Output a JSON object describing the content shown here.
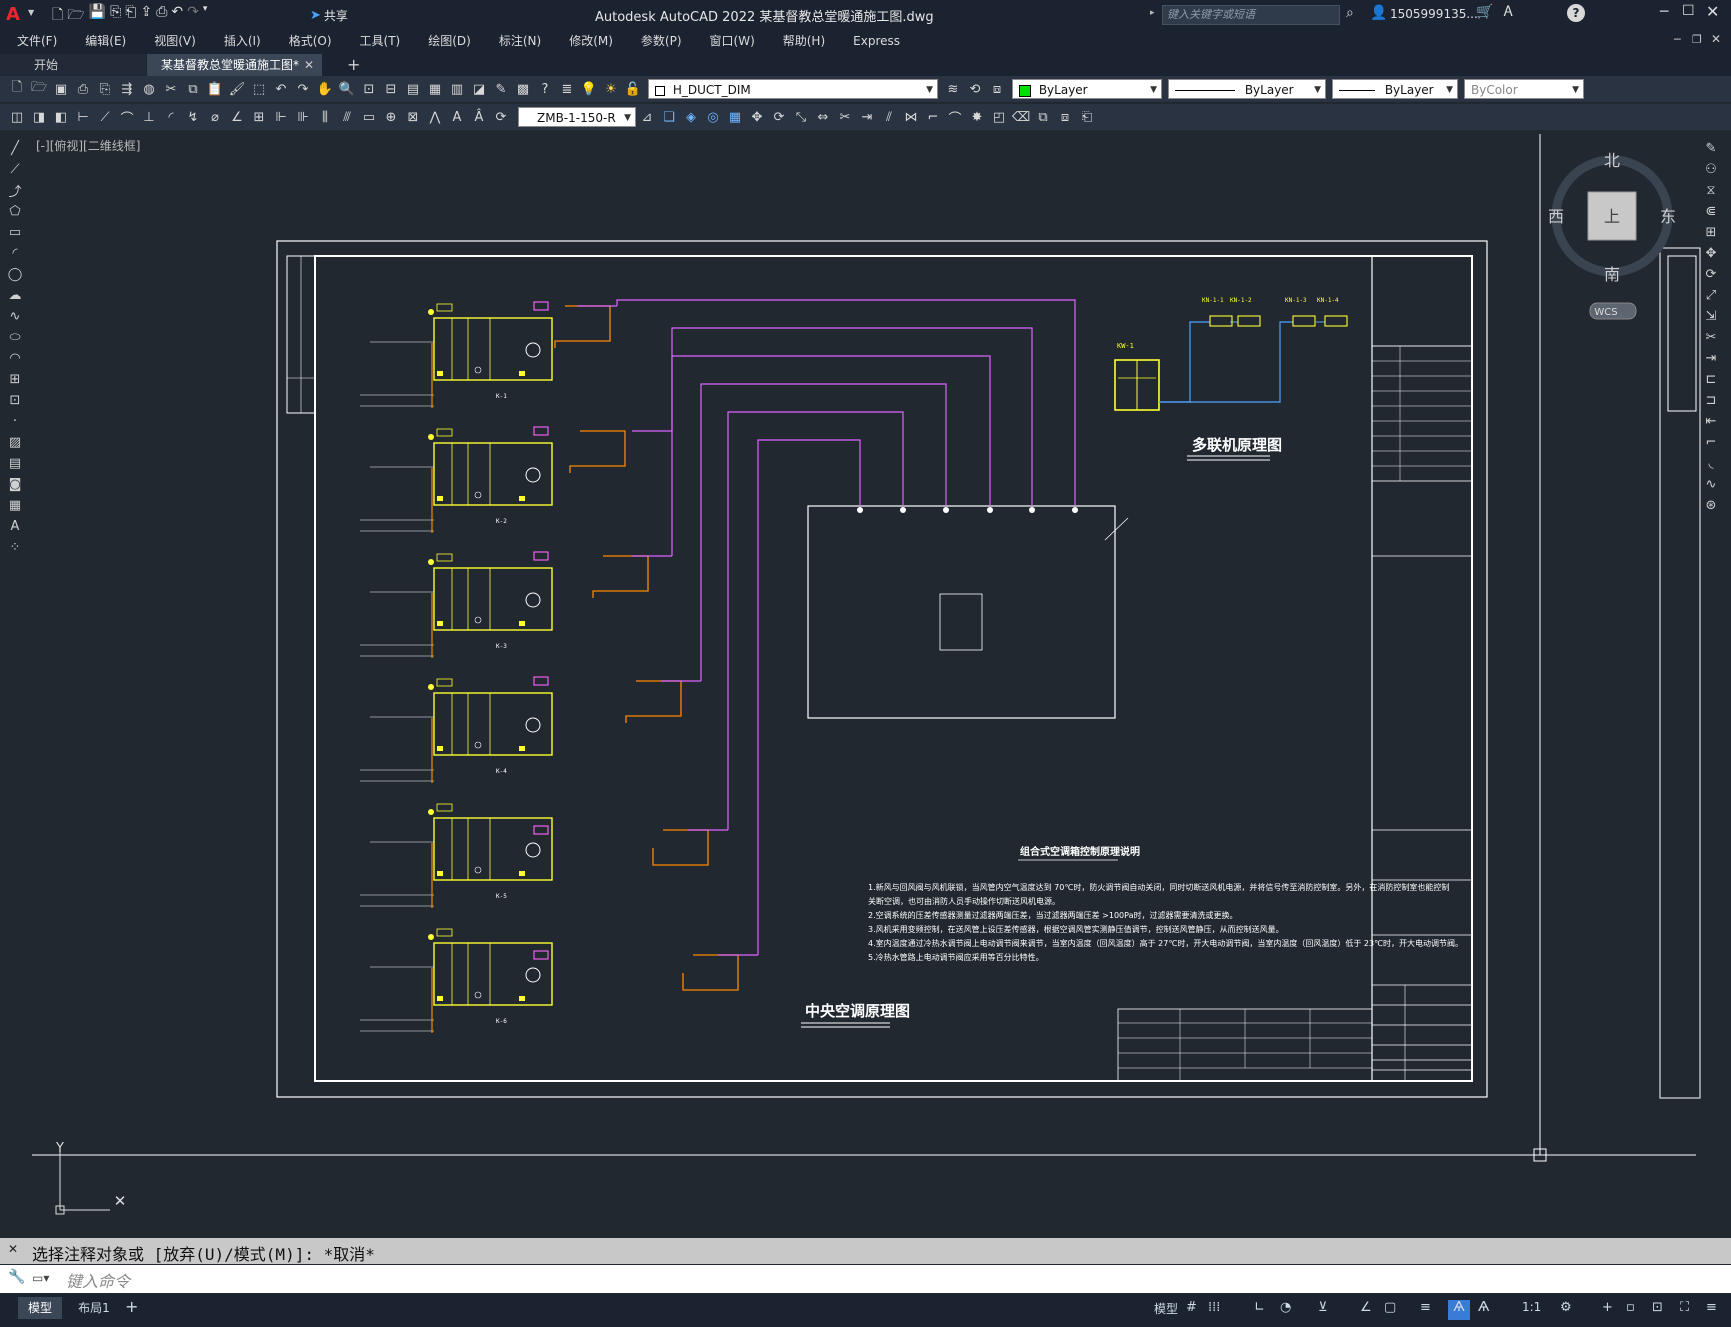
{
  "app": {
    "title": "Autodesk AutoCAD 2022    某基督教总堂暖通施工图.dwg",
    "share_label": "共享",
    "search_placeholder": "键入关键字或短语",
    "user_label": "1505999135...",
    "help_icon": "?"
  },
  "menu": [
    "文件(F)",
    "编辑(E)",
    "视图(V)",
    "插入(I)",
    "格式(O)",
    "工具(T)",
    "绘图(D)",
    "标注(N)",
    "修改(M)",
    "参数(P)",
    "窗口(W)",
    "帮助(H)",
    "Express"
  ],
  "tabs": {
    "start": "开始",
    "active": "某基督教总堂暖通施工图*"
  },
  "toolbar": {
    "layer": "H_DUCT_DIM",
    "color": "ByLayer",
    "linetype": "ByLayer",
    "lineweight": "ByLayer",
    "plotstyle": "ByColor",
    "dimstyle": "ZMB-1-150-R"
  },
  "viewport": {
    "label": "[-][俯视][二维线框]",
    "compass": {
      "n": "北",
      "s": "南",
      "e": "东",
      "w": "西",
      "top": "上",
      "wcs": "WCS"
    }
  },
  "drawing": {
    "title_left": "中央空调原理图",
    "title_right": "多联机原理图",
    "notes_title": "组合式空调箱控制原理说明",
    "notes": [
      "1.新风与回风阀与风机联锁，当风管内空气温度达到 70℃时，防火调节阀自动关闭，同时切断送风机电源，并将信号传至消防控制室。另外，在消防控制室也能控制",
      "   关断空调，也可由消防人员手动操作切断送风机电源。",
      "2.空调系统的压差传感器测量过滤器两端压差，当过滤器两端压差 >100Pa时，过滤器需要清洗或更换。",
      "3.风机采用变频控制，在送风管上设压差传感器，根据空调风管实测静压值调节，控制送风管静压，从而控制送风量。",
      "4.室内温度通过冷热水调节阀上电动调节阀来调节，当室内温度（回风温度）高于 27℃时，开大电动调节阀，当室内温度（回风温度）低于 23℃时，开大电动调节阀。",
      "5.冷热水管路上电动调节阀应采用等百分比特性。"
    ],
    "ahu_labels": [
      "K-1",
      "K-2",
      "K-3",
      "K-4",
      "K-5",
      "K-6"
    ],
    "vrf_units": [
      "KN-1-1",
      "KN-1-2",
      "KN-1-3",
      "KN-1-4"
    ],
    "outdoor_unit": "KW-1"
  },
  "command": {
    "history": "选择注释对象或 [放弃(U)/模式(M)]: *取消*",
    "placeholder": "键入命令"
  },
  "status": {
    "model_tab": "模型",
    "layout_tab": "布局1",
    "model_btn": "模型",
    "scale": "1:1"
  }
}
